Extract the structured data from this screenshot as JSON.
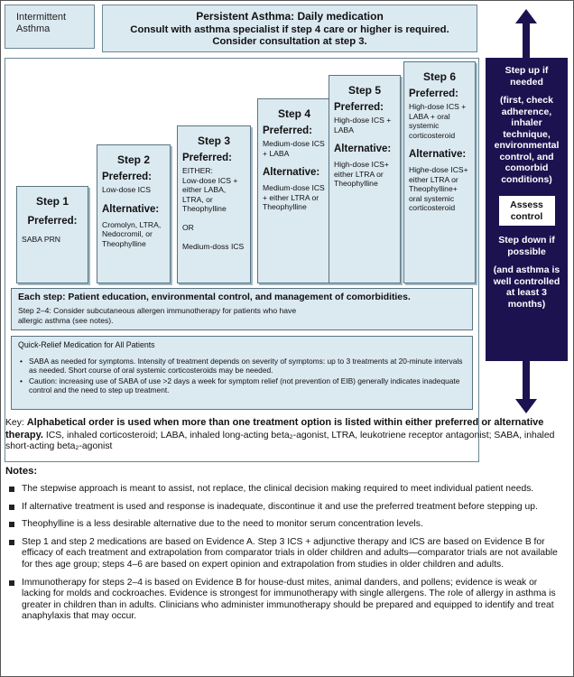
{
  "intermittent": "Intermittent\nAsthma",
  "persistent": {
    "title": "Persistent Asthma: Daily medication",
    "line1": "Consult with asthma specialist if step 4 care or higher is required.",
    "line2": "Consider consultation at step 3."
  },
  "steps": [
    {
      "title": "Step 1",
      "preferred_label": "Preferred:",
      "preferred": "SABA PRN",
      "alt_label": "",
      "alt": ""
    },
    {
      "title": "Step 2",
      "preferred_label": "Preferred:",
      "preferred": "Low-dose ICS",
      "alt_label": "Alternative:",
      "alt": "Cromolyn, LTRA, Nedocromil, or Theophylline"
    },
    {
      "title": "Step 3",
      "preferred_label": "Preferred:",
      "preferred": "EITHER:\nLow-dose ICS + either LABA, LTRA, or Theophylline\n\nOR\n\nMedium-doss ICS",
      "alt_label": "",
      "alt": ""
    },
    {
      "title": "Step 4",
      "preferred_label": "Preferred:",
      "preferred": "Medium-dose ICS + LABA",
      "alt_label": "Alternative:",
      "alt": "Medium-dose ICS + either LTRA or Theophylline"
    },
    {
      "title": "Step 5",
      "preferred_label": "Preferred:",
      "preferred": "High-dose ICS + LABA",
      "alt_label": "Alternative:",
      "alt": "High-dose ICS+ either LTRA or Theophylline"
    },
    {
      "title": "Step 6",
      "preferred_label": "Preferred:",
      "preferred": "High-dose ICS + LABA + oral systemic corticosteroid",
      "alt_label": "Alternative:",
      "alt": "Highe-dose ICS+ either LTRA or Theophylline+ oral systemic corticosteroid"
    }
  ],
  "each_step": {
    "title": "Each step:  Patient education, environmental control, and management of comorbidities.",
    "text": "Step 2–4:   Consider subcutaneous allergen immunotherapy for patients who have allergic asthma (see notes)."
  },
  "quick_relief": {
    "title": "Quick-Relief Medication for All Patients",
    "items": [
      "SABA as needed for symptoms. Intensity of treatment depends on severity of symptoms: up to 3 treatments at 20-minute intervals as needed. Short course of oral systemic corticosteroids may be needed.",
      "Caution: increasing use of SABA of use >2 days a week for symptom relief (not prevention of EIB) generally indicates inadequate control and the need to step up treatment."
    ]
  },
  "rail": {
    "step_up": "Step up if needed",
    "step_up_detail": "(first, check adherence, inhaler technique, environmental control, and comorbid conditions)",
    "assess": "Assess control",
    "step_down": "Step down if possible",
    "step_down_detail": "(and asthma is well controlled at least 3 months)"
  },
  "key": {
    "prefix": "Key:  ",
    "bold": "Alphabetical order is used when more than one treatment option is listed within either preferred or alternative therapy.",
    "text": " ICS, inhaled corticosteroid; LABA, inhaled long-acting beta₂-agonist, LTRA, leukotriene receptor antagonist; SABA, inhaled short-acting beta₂-agonist"
  },
  "notes": {
    "title": "Notes:",
    "items": [
      "The stepwise approach is meant to assist, not replace, the clinical decision making required to meet individual patient needs.",
      "If alternative treatment is used and response is inadequate, discontinue it and use the preferred treatment before stepping up.",
      "Theophylline is a less desirable alternative due to the need to monitor serum concentration levels.",
      "Step 1 and step 2 medications are based on Evidence A. Step 3 ICS + adjunctive therapy and ICS are based on Evidence B for efficacy of each treatment and extrapolation from comparator trials in older children and adults—comparator trials are not available for thes age group; steps 4–6 are based on expert opinion and extrapolation from studies in older children and adults.",
      "Immunotherapy for steps 2–4 is based on Evidence B for house-dust mites, animal danders, and pollens; evidence is weak or lacking for molds and cockroaches. Evidence is strongest for immunotherapy with single allergens. The role of allergy in asthma is greater in children than in adults. Clinicians who administer immunotherapy should be prepared and equipped to identify and treat anaphylaxis that may occur."
    ]
  },
  "colors": {
    "box": "#dbe9f1",
    "rail": "#1c1250"
  }
}
